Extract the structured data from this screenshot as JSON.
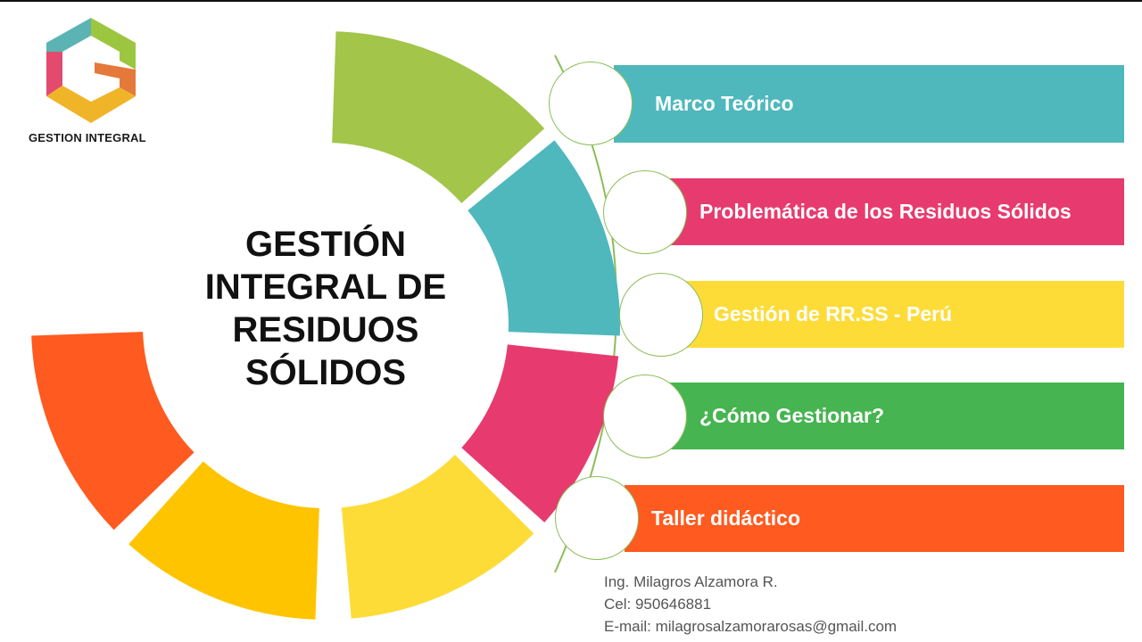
{
  "logo": {
    "label": "GESTION INTEGRAL",
    "colors": [
      "#5bb4b3",
      "#9cc63f",
      "#e24b6e",
      "#f0b429",
      "#e5793a"
    ]
  },
  "title": {
    "lines": [
      "GESTIÓN",
      "INTEGRAL DE",
      "RESIDUOS",
      "SÓLIDOS"
    ]
  },
  "ring_colors": [
    "#a2c54a",
    "#4eb8bd",
    "#e73b6f",
    "#fddc38",
    "#ffc400",
    "#ff5a1f"
  ],
  "menu": [
    {
      "label": "Marco Teórico",
      "color": "#4eb8bd"
    },
    {
      "label": "Problemática de los Residuos Sólidos",
      "color": "#e73b6f"
    },
    {
      "label": "Gestión de RR.SS - Perú",
      "color": "#fddc38"
    },
    {
      "label": "¿Cómo Gestionar?",
      "color": "#46b450"
    },
    {
      "label": "Taller didáctico",
      "color": "#ff5a1f"
    }
  ],
  "contact": {
    "name": "Ing. Milagros Alzamora R.",
    "phone": "Cel: 950646881",
    "email": "E-mail: milagrosalzamorarosas@gmail.com"
  }
}
